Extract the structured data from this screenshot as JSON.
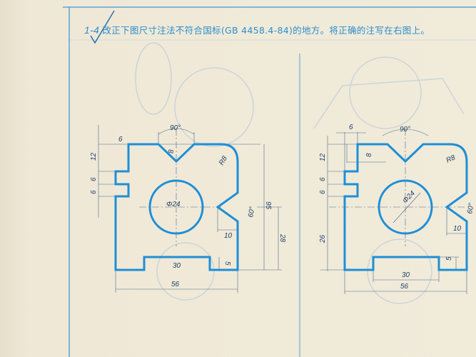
{
  "exercise": {
    "number": "1-4",
    "instruction": "改正下图尺寸注法不符合国标(GB 4458.4-84)的地方。将正确的注写在右图上。"
  },
  "left_drawing": {
    "labels": {
      "angle_top": "90°",
      "width_tab": "6",
      "depth_v": "8",
      "radius": "R8",
      "h12": "12",
      "h6a": "6",
      "h6b": "6",
      "diameter": "Φ24",
      "angle_side": "60°",
      "depth_side": "10",
      "height_total": "95",
      "height_28": "28",
      "base_step": "5",
      "slot_width": "30",
      "total_width": "56"
    }
  },
  "right_drawing": {
    "labels": {
      "angle_top": "90°",
      "width_tab": "6",
      "depth_v": "8",
      "radius": "R8",
      "h12": "12",
      "h6a": "6",
      "h6b": "6",
      "h26": "26",
      "diameter": "Φ24",
      "angle_side": "60°",
      "depth_side": "10",
      "base_step": "5",
      "slot_width": "30",
      "total_width": "56"
    }
  },
  "colors": {
    "outline": "#1e8fd6",
    "dimension": "#1f3f6a",
    "paper": "#efe8d6",
    "frame": "#5aa5d8"
  }
}
